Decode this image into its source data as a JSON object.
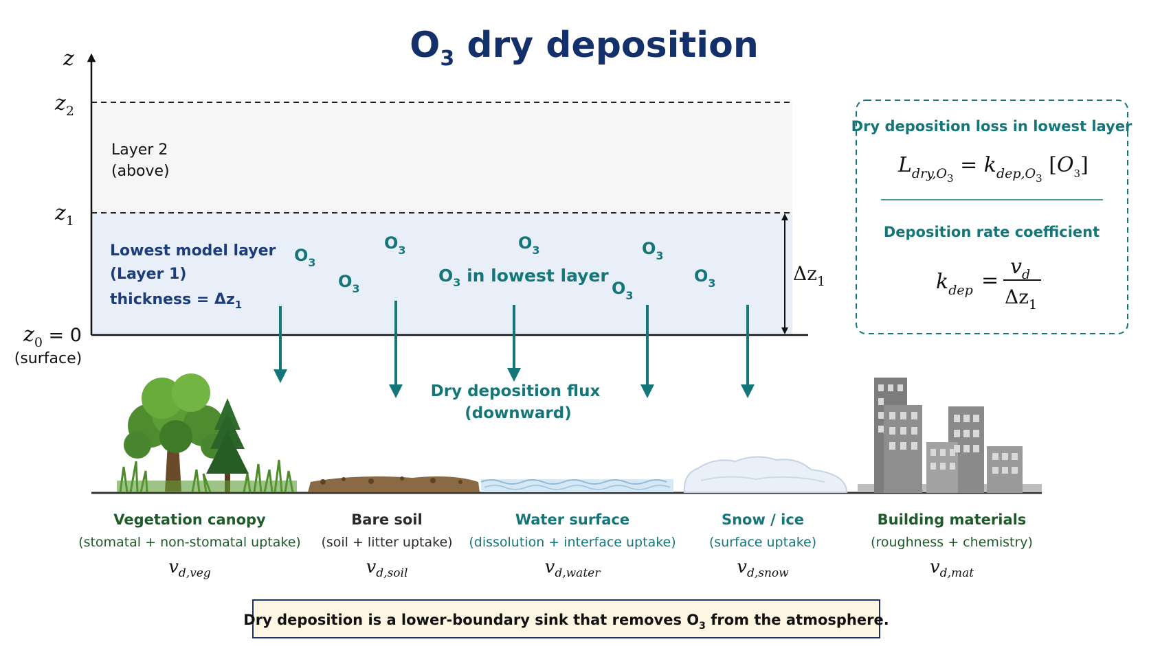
{
  "title": {
    "species": "O",
    "species_sub": "3",
    "rest": " dry deposition"
  },
  "axis": {
    "z": "z",
    "z2": "z",
    "z2_sub": "2",
    "z1": "z",
    "z1_sub": "1",
    "z0": "z",
    "z0_sub": "0",
    "z0_eq": " = 0",
    "surface": "(surface)"
  },
  "layer2": {
    "line1": "Layer 2",
    "line2": "(above)"
  },
  "layer1": {
    "line1": "Lowest model layer",
    "line2": "(Layer 1)",
    "line3": "thickness = Δz",
    "line3_sub": "1"
  },
  "molecule": {
    "text": "O",
    "sub": "3"
  },
  "o3_label": {
    "pre": "O",
    "sub": "3",
    "post": " in lowest layer"
  },
  "delta_z": {
    "text": "Δz",
    "sub": "1"
  },
  "flux": {
    "line1": "Dry deposition flux",
    "line2": "(downward)"
  },
  "formula_box": {
    "heading1": "Dry deposition loss in lowest layer",
    "heading2": "Deposition rate coefficient",
    "eq1": {
      "L": "L",
      "L_sub": "dry,O",
      "L_subsub": "3",
      "eq": " = ",
      "k": "k",
      "k_sub": "dep,O",
      "k_subsub": "3",
      "conc_open": " [",
      "conc": "O",
      "conc_sub": "3",
      "conc_close": "]"
    },
    "eq2": {
      "k": "k",
      "k_sub": "dep",
      "eq": "=",
      "num": "v",
      "num_sub": "d",
      "den": "Δz",
      "den_sub": "1"
    }
  },
  "surfaces": [
    {
      "name": "Vegetation canopy",
      "desc": "(stomatal + non-stomatal uptake)",
      "vd": "v",
      "vd_sub": "d,veg",
      "color": "#1f5a2a"
    },
    {
      "name": "Bare soil",
      "desc": "(soil + litter uptake)",
      "vd": "v",
      "vd_sub": "d,soil",
      "color": "#2b2b2b"
    },
    {
      "name": "Water surface",
      "desc": "(dissolution + interface uptake)",
      "vd": "v",
      "vd_sub": "d,water",
      "color": "#15767a"
    },
    {
      "name": "Snow / ice",
      "desc": "(surface uptake)",
      "vd": "v",
      "vd_sub": "d,snow",
      "color": "#15767a"
    },
    {
      "name": "Building materials",
      "desc": "(roughness + chemistry)",
      "vd": "v",
      "vd_sub": "d,mat",
      "color": "#1f5a2a"
    }
  ],
  "note": {
    "pre": "Dry deposition is a lower-boundary sink that removes O",
    "sub": "3",
    "post": " from the atmosphere."
  },
  "colors": {
    "title": "#14306b",
    "teal": "#15767a",
    "layer1_fill": "#e8eff8",
    "layer2_fill": "#f6f6f6",
    "note_bg": "#fcf6e2",
    "note_border": "#20306b"
  },
  "icons": [
    "tree-icon",
    "conifer-icon",
    "grass-icon",
    "soil-icon",
    "water-icon",
    "snow-icon",
    "building-icon"
  ]
}
